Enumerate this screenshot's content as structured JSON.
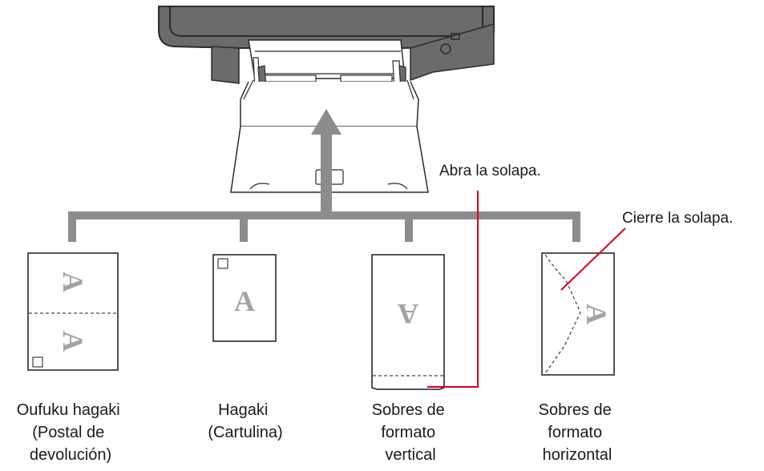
{
  "callouts": {
    "open_flap": "Abra la solapa.",
    "close_flap": "Cierre la solapa."
  },
  "media": [
    {
      "lines": [
        "Oufuku hagaki",
        "(Postal de",
        "devolución)"
      ]
    },
    {
      "lines": [
        "Hagaki",
        "(Cartulina)"
      ]
    },
    {
      "lines": [
        "Sobres de",
        "formato",
        "vertical"
      ]
    },
    {
      "lines": [
        "Sobres de",
        "formato",
        "horizontal"
      ]
    }
  ],
  "glyphs": {
    "oufuku_top": "A",
    "oufuku_bottom": "A",
    "hagaki": "A",
    "vertical_envelope": "A",
    "horizontal_envelope": "A"
  },
  "colors": {
    "arrow": "#8c8c8c",
    "callout_line": "#d9001b",
    "printer_body": "#6b6b6b"
  }
}
